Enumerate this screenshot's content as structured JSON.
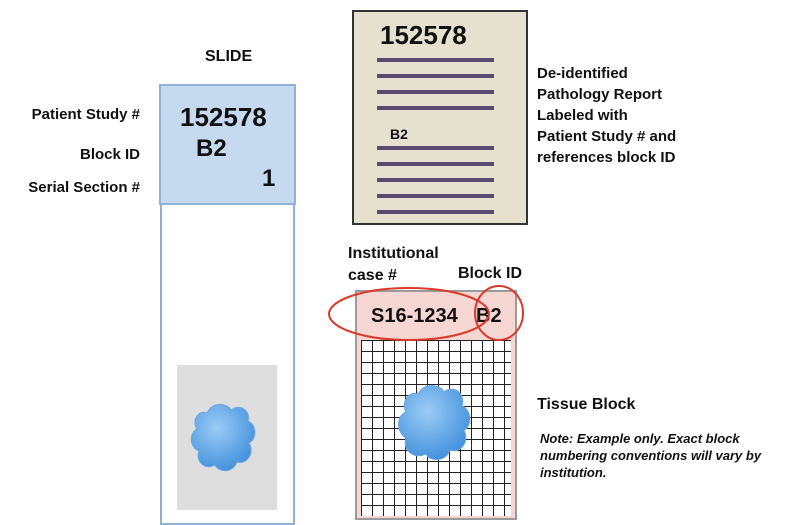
{
  "slide": {
    "title": "SLIDE",
    "study_number": "152578",
    "block_id": "B2",
    "serial_section": "1"
  },
  "row_labels": {
    "patient_study": "Patient Study #",
    "block_id": "Block ID",
    "serial_section": "Serial Section #"
  },
  "report": {
    "study_number": "152578",
    "block_ref": "B2",
    "caption_lines": [
      "De-identified",
      "Pathology Report",
      "Labeled with",
      "Patient Study # and",
      "references block ID"
    ]
  },
  "block": {
    "case_label_line1": "Institutional",
    "case_label_line2": "case #",
    "block_id_label": "Block ID",
    "case_number": "S16-1234",
    "block_id": "B2",
    "caption": "Tissue Block"
  },
  "note": {
    "lines": [
      "Note:  Example only. Exact block",
      "numbering conventions will vary by",
      "institution."
    ]
  },
  "colors": {
    "slide_fill": "#c5d9ef",
    "report_fill": "#e6e0cf",
    "block_fill": "#f5d6d2",
    "tissue": "#5ba3e8",
    "highlight_circle": "#d93a2b"
  }
}
